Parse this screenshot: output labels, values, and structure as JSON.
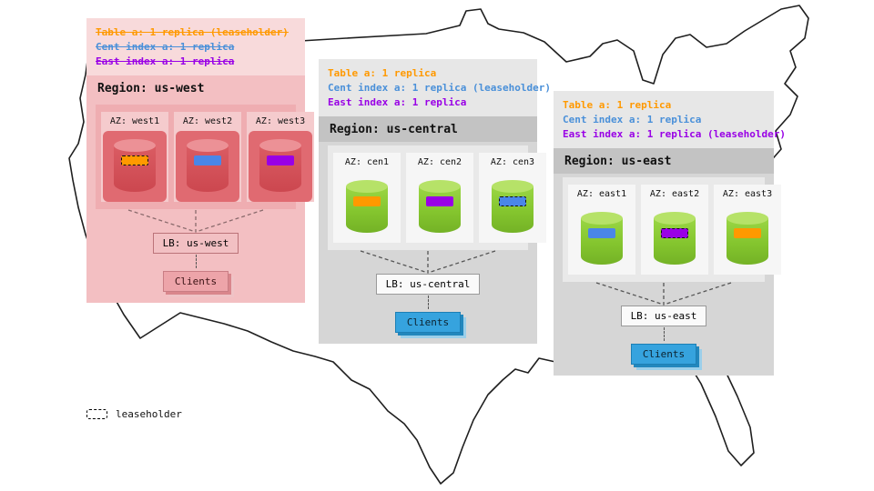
{
  "legend": {
    "label": "leaseholder"
  },
  "colors": {
    "table_orange": "#ff9900",
    "cent_index_blue": "#4a90d9",
    "east_index_purple": "#9900e6",
    "clients_blue": "#36a3de",
    "west_panel_pink": "#f3bfc2",
    "gray_panel": "#d6d6d6",
    "green_cylinder": "#84c52e",
    "red_cylinder": "#cc474f"
  },
  "regions": [
    {
      "title": "Region: us-west",
      "annotations": [
        {
          "text": "Table a: 1 replica (leaseholder)",
          "color": "#ff9900",
          "strike": true
        },
        {
          "text": "Cent index a: 1 replica",
          "color": "#4a90d9",
          "strike": true
        },
        {
          "text": "East index a: 1 replica",
          "color": "#9900e6",
          "strike": true
        }
      ],
      "azs": [
        {
          "label": "AZ: west1",
          "chip": {
            "color": "#ff9900",
            "leaseholder": true
          }
        },
        {
          "label": "AZ: west2",
          "chip": {
            "color": "#4a86e8",
            "leaseholder": false
          }
        },
        {
          "label": "AZ: west3",
          "chip": {
            "color": "#9900e6",
            "leaseholder": false
          }
        }
      ],
      "lb_label": "LB: us-west",
      "clients_label": "Clients"
    },
    {
      "title": "Region: us-central",
      "annotations": [
        {
          "text": "Table a: 1 replica",
          "color": "#ff9900",
          "strike": false
        },
        {
          "text": "Cent index a: 1 replica (leaseholder)",
          "color": "#4a90d9",
          "strike": false
        },
        {
          "text": "East index a: 1 replica",
          "color": "#9900e6",
          "strike": false
        }
      ],
      "azs": [
        {
          "label": "AZ: cen1",
          "chip": {
            "color": "#ff9900",
            "leaseholder": false
          }
        },
        {
          "label": "AZ: cen2",
          "chip": {
            "color": "#9900e6",
            "leaseholder": false
          }
        },
        {
          "label": "AZ: cen3",
          "chip": {
            "color": "#4a86e8",
            "leaseholder": true
          }
        }
      ],
      "lb_label": "LB: us-central",
      "clients_label": "Clients"
    },
    {
      "title": "Region: us-east",
      "annotations": [
        {
          "text": "Table a: 1 replica",
          "color": "#ff9900",
          "strike": false
        },
        {
          "text": "Cent index a: 1 replica",
          "color": "#4a90d9",
          "strike": false
        },
        {
          "text": "East index a: 1 replica (leaseholder)",
          "color": "#9900e6",
          "strike": false
        }
      ],
      "azs": [
        {
          "label": "AZ: east1",
          "chip": {
            "color": "#4a86e8",
            "leaseholder": false
          }
        },
        {
          "label": "AZ: east2",
          "chip": {
            "color": "#9900e6",
            "leaseholder": true
          }
        },
        {
          "label": "AZ: east3",
          "chip": {
            "color": "#ff9900",
            "leaseholder": false
          }
        }
      ],
      "lb_label": "LB: us-east",
      "clients_label": "Clients"
    }
  ]
}
